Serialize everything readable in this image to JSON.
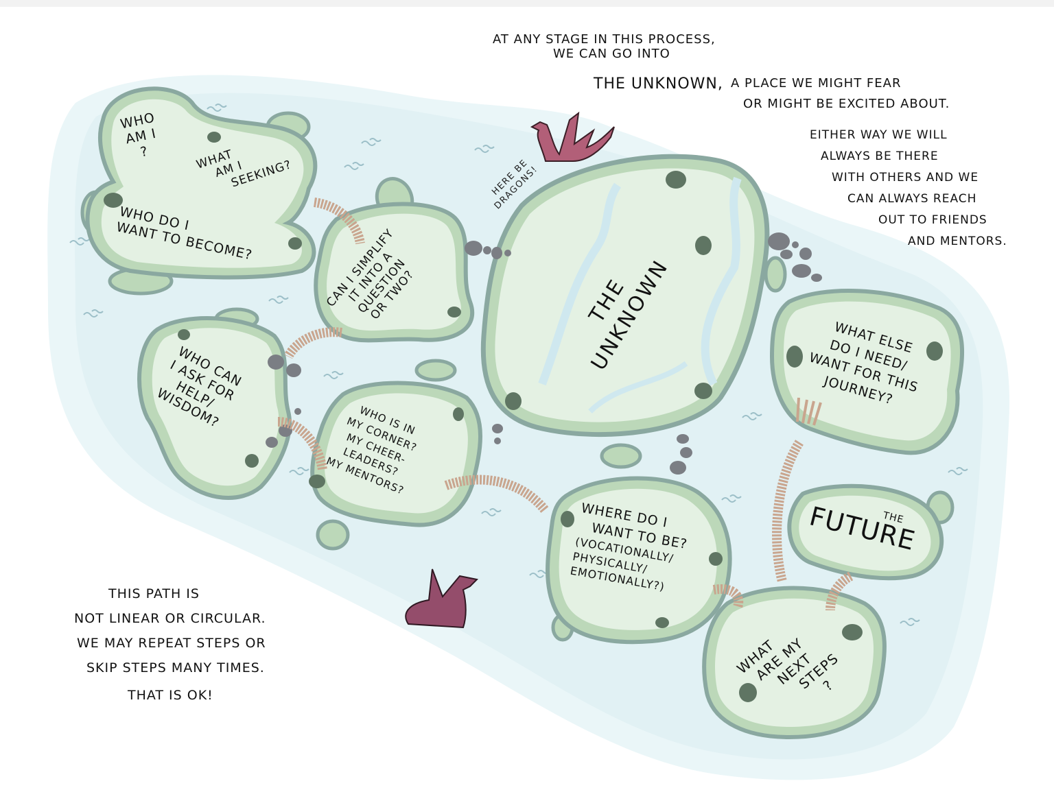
{
  "colors": {
    "water_outer": "#eaf6f8",
    "water_inner": "#dff0f3",
    "island_fill": "#e4f1e3",
    "island_rim": "#b9d7b6",
    "island_outline": "#8aa8a0",
    "rock_green": "#5f7563",
    "stone_grey": "#7b7e84",
    "bridge": "#c9a58e",
    "dragon": "#b25f78",
    "river": "#cfe8ef",
    "ink": "#111111"
  },
  "top_note": {
    "lines": [
      "AT ANY STAGE IN THIS PROCESS,",
      "WE CAN GO INTO",
      "THE UNKNOWN,",
      "A PLACE WE MIGHT FEAR",
      "OR MIGHT BE EXCITED ABOUT."
    ]
  },
  "right_note": {
    "lines": [
      "EITHER WAY WE WILL",
      "ALWAYS BE THERE",
      "WITH OTHERS AND WE",
      "CAN ALWAYS REACH",
      "OUT TO FRIENDS",
      "AND MENTORS."
    ]
  },
  "bottom_note": {
    "lines": [
      "THIS PATH IS",
      "NOT LINEAR OR CIRCULAR.",
      "WE MAY REPEAT STEPS OR",
      "SKIP STEPS MANY TIMES.",
      "THAT IS OK!"
    ]
  },
  "dragons_caption": {
    "lines": [
      "HERE BE",
      "DRAGONS!"
    ]
  },
  "islands": {
    "who_am_i": {
      "lines": [
        "WHO",
        "AM I",
        "?"
      ]
    },
    "what_am_i_seeking": {
      "lines": [
        "WHAT",
        "AM I",
        "SEEKING?"
      ]
    },
    "who_do_i_want_to_become": {
      "lines": [
        "WHO DO I",
        "WANT TO BECOME?"
      ]
    },
    "can_i_simplify": {
      "lines": [
        "CAN I SIMPLIFY",
        "IT INTO A",
        "QUESTION",
        "OR TWO?"
      ]
    },
    "who_can_i_ask": {
      "lines": [
        "WHO CAN",
        "I ASK FOR",
        "HELP/",
        "WISDOM?"
      ]
    },
    "who_is_in_my_corner": {
      "lines": [
        "WHO IS IN",
        "MY CORNER?",
        "MY CHEER-",
        "LEADERS?",
        "MY MENTORS?"
      ]
    },
    "the_unknown": {
      "lines": [
        "THE",
        "UNKNOWN"
      ]
    },
    "what_else_do_i_need": {
      "lines": [
        "WHAT ELSE",
        "DO I NEED/",
        "WANT FOR THIS",
        "JOURNEY?"
      ]
    },
    "the_future": {
      "lines": [
        "THE",
        "FUTURE"
      ]
    },
    "where_do_i_want_to_be": {
      "lines": [
        "WHERE DO I",
        "WANT TO BE?",
        "(VOCATIONALLY/",
        "PHYSICALLY/",
        "EMOTIONALLY?)"
      ]
    },
    "what_are_my_next_steps": {
      "lines": [
        "WHAT",
        "ARE MY",
        "NEXT",
        "STEPS",
        "?"
      ]
    }
  }
}
